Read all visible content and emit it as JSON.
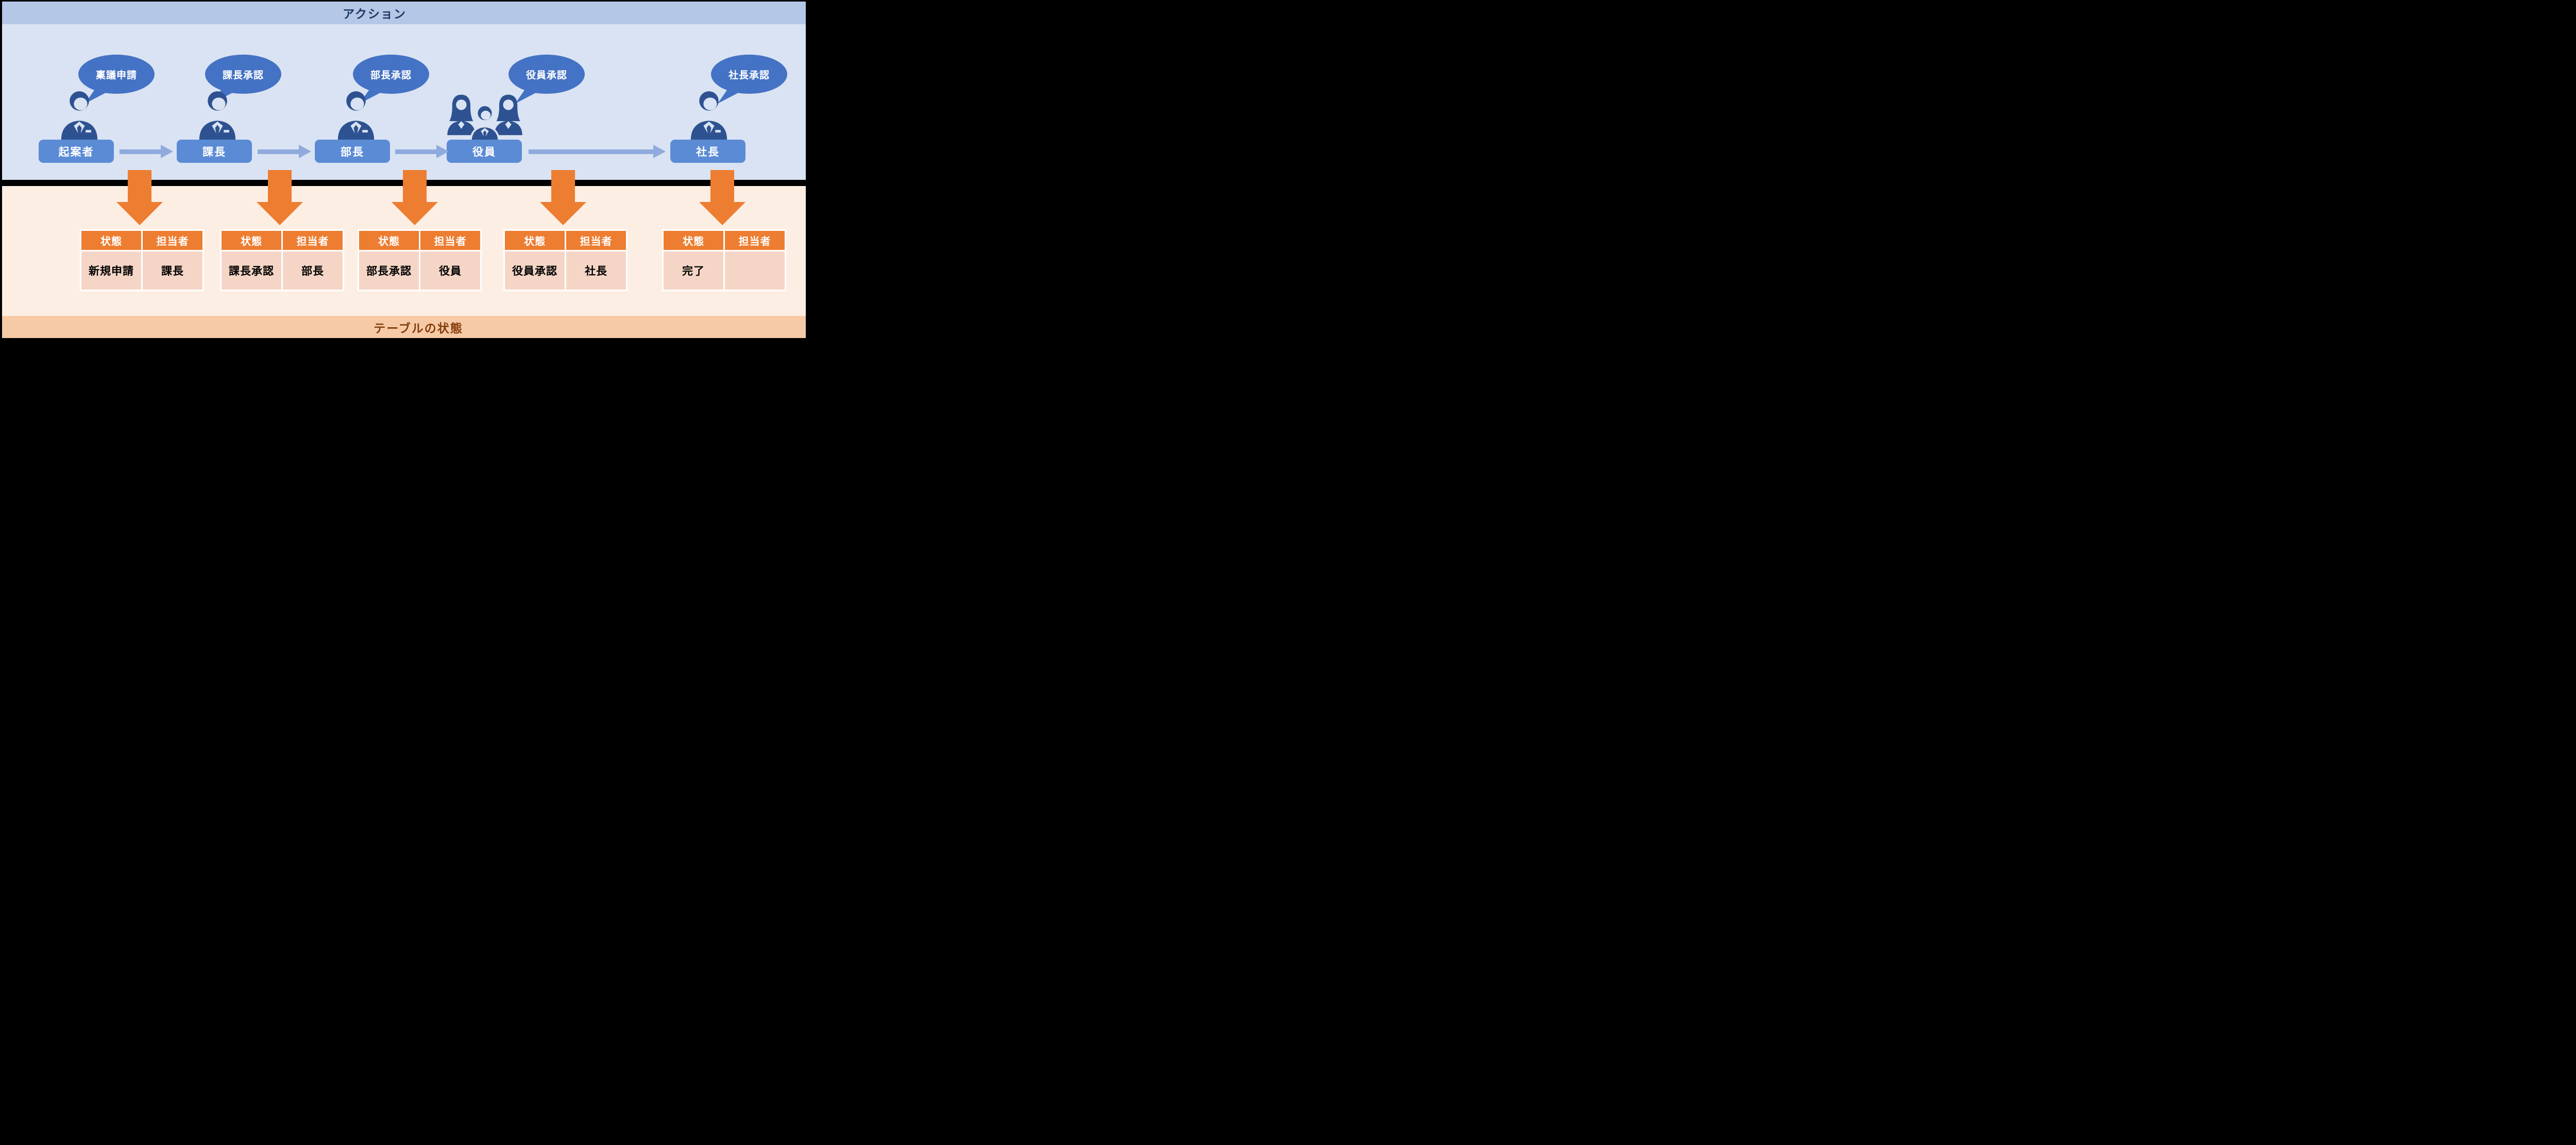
{
  "action_section": {
    "title": "アクション"
  },
  "state_section": {
    "title": "テーブルの状態"
  },
  "workflow": {
    "steps": [
      {
        "bubble": "稟議申請",
        "role": "起案者",
        "icon": "businessman-icon"
      },
      {
        "bubble": "課長承認",
        "role": "課長",
        "icon": "businessman-icon"
      },
      {
        "bubble": "部長承認",
        "role": "部長",
        "icon": "businessman-icon"
      },
      {
        "bubble": "役員承認",
        "role": "役員",
        "icon": "executives-group-icon"
      },
      {
        "bubble": "社長承認",
        "role": "社長",
        "icon": "businessman-icon"
      }
    ]
  },
  "tables": [
    {
      "headers": [
        "状態",
        "担当者"
      ],
      "row": [
        "新規申請",
        "課長"
      ]
    },
    {
      "headers": [
        "状態",
        "担当者"
      ],
      "row": [
        "課長承認",
        "部長"
      ]
    },
    {
      "headers": [
        "状態",
        "担当者"
      ],
      "row": [
        "部長承認",
        "役員"
      ]
    },
    {
      "headers": [
        "状態",
        "担当者"
      ],
      "row": [
        "役員承認",
        "社長"
      ]
    },
    {
      "headers": [
        "状態",
        "担当者"
      ],
      "row": [
        "完了",
        ""
      ]
    }
  ],
  "colors": {
    "canvas_border": "#000000",
    "action_band": "#b4c7e7",
    "action_bg": "#dae3f3",
    "bubble": "#4472c4",
    "role_box": "#5b8bd5",
    "flow_arrow": "#8faadc",
    "person": "#2e5291",
    "down_arrow": "#ed7d31",
    "table_header_bg": "#ed7d31",
    "table_body_bg": "#f5d6c6",
    "state_bg": "#fdeee3",
    "state_band": "#f6caa6",
    "title_text": "#1f3864",
    "footer_text": "#843c0c"
  }
}
